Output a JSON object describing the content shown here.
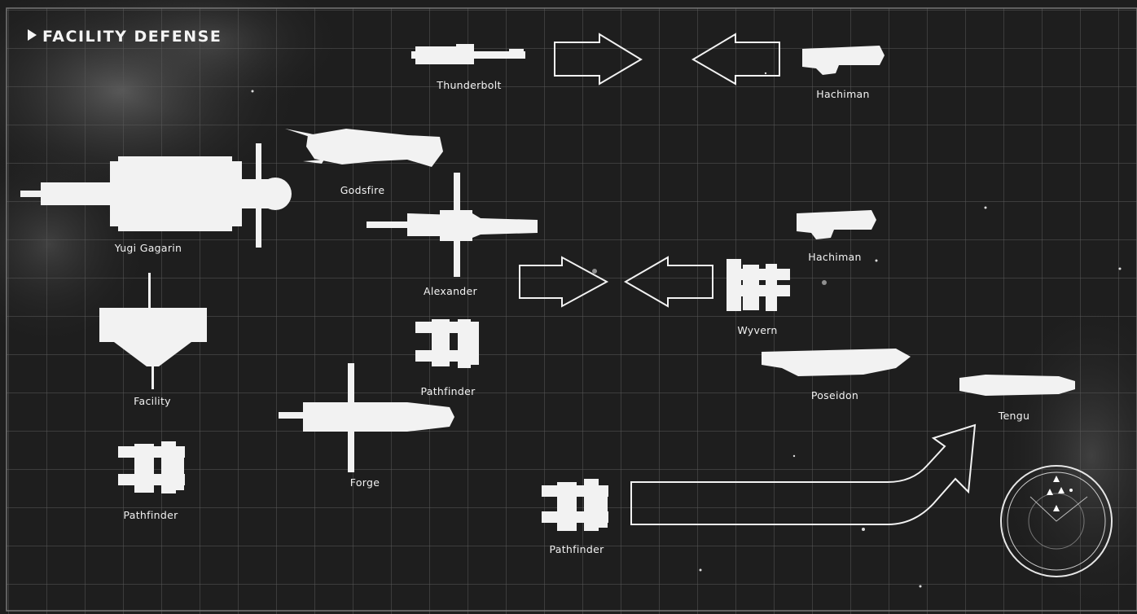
{
  "title": "FACILITY DEFENSE",
  "colors": {
    "background": "#1e1e1e",
    "grid": "#5a5a5a",
    "ship": "#f2f2f2",
    "text": "#f2f2f2"
  },
  "units": [
    {
      "key": "thunderbolt",
      "label": "Thunderbolt"
    },
    {
      "key": "hachiman_top",
      "label": "Hachiman"
    },
    {
      "key": "godsfire",
      "label": "Godsfire"
    },
    {
      "key": "yugi_gagarin",
      "label": "Yugi Gagarin"
    },
    {
      "key": "alexander",
      "label": "Alexander"
    },
    {
      "key": "hachiman_mid",
      "label": "Hachiman"
    },
    {
      "key": "wyvern",
      "label": "Wyvern"
    },
    {
      "key": "facility",
      "label": "Facility"
    },
    {
      "key": "pathfinder_center",
      "label": "Pathfinder"
    },
    {
      "key": "poseidon",
      "label": "Poseidon"
    },
    {
      "key": "tengu",
      "label": "Tengu"
    },
    {
      "key": "forge",
      "label": "Forge"
    },
    {
      "key": "pathfinder_left",
      "label": "Pathfinder"
    },
    {
      "key": "pathfinder_bottom",
      "label": "Pathfinder"
    }
  ],
  "arrows": [
    {
      "name": "top-right-arrow",
      "direction": "right"
    },
    {
      "name": "top-left-arrow",
      "direction": "left"
    },
    {
      "name": "mid-right-arrow",
      "direction": "right"
    },
    {
      "name": "mid-left-arrow",
      "direction": "left"
    },
    {
      "name": "bottom-curved-arrow",
      "direction": "up-right"
    }
  ],
  "radar": {
    "icon": "radar-icon"
  }
}
